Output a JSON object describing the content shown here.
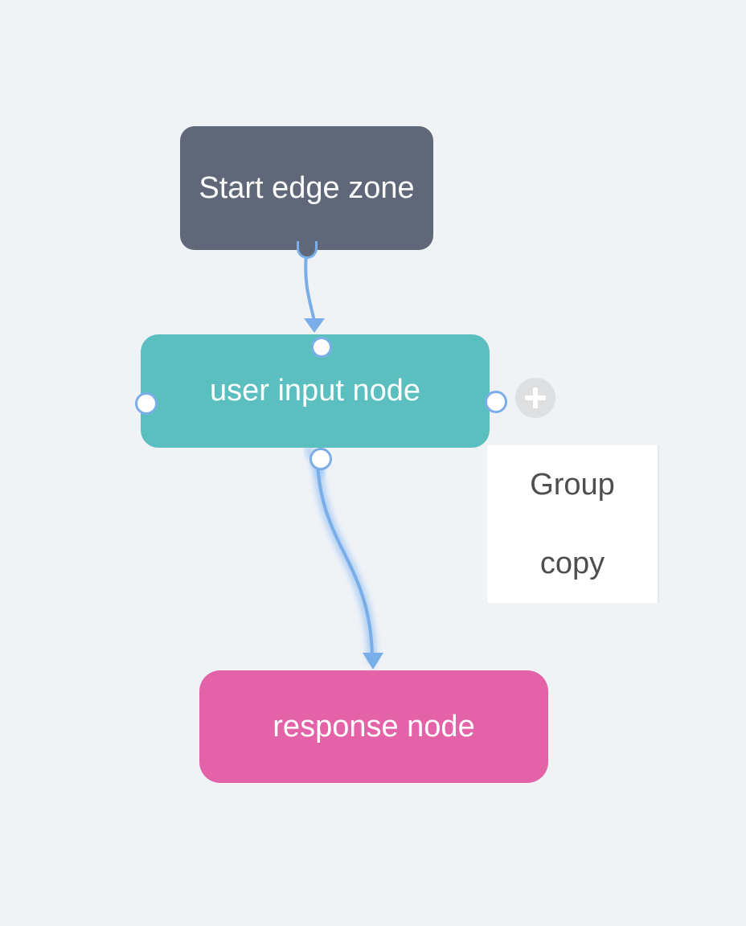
{
  "nodes": {
    "start": {
      "label": "Start edge zone",
      "color": "#5f6778"
    },
    "user_input": {
      "label": "user input node",
      "color": "#5bbfbf"
    },
    "response": {
      "label": "response node",
      "color": "#e362a8"
    }
  },
  "edges": [
    {
      "from": "start",
      "to": "user_input"
    },
    {
      "from": "user_input",
      "to": "response",
      "selected": true
    }
  ],
  "context_menu": {
    "items": [
      {
        "label": "Group"
      },
      {
        "label": "copy"
      }
    ]
  },
  "add_button": {
    "icon": "plus-icon"
  },
  "colors": {
    "background": "#f0f3f6",
    "edge": "#7aaee8",
    "menu_text": "#4e4e4e"
  }
}
